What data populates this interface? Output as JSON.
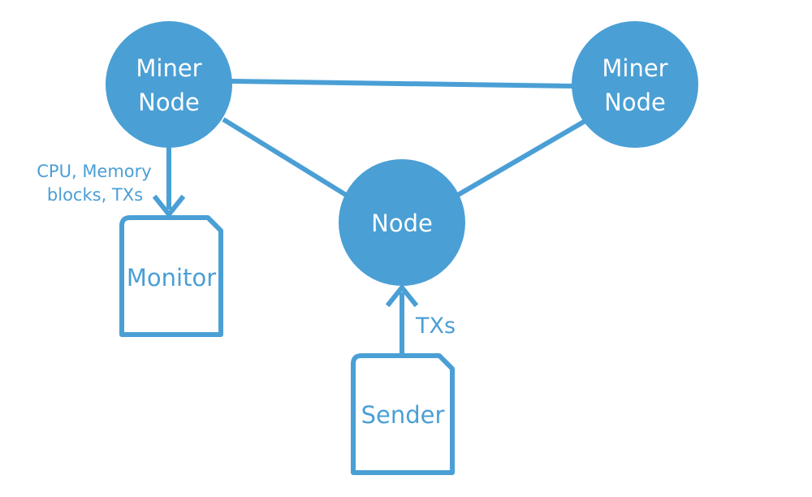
{
  "colors": {
    "primary": "#4a9fd5",
    "node_text": "#ffffff",
    "background": "#ffffff"
  },
  "nodes": {
    "miner_left": {
      "line1": "Miner",
      "line2": "Node"
    },
    "miner_right": {
      "line1": "Miner",
      "line2": "Node"
    },
    "center": {
      "label": "Node"
    }
  },
  "documents": {
    "monitor": {
      "label": "Monitor"
    },
    "sender": {
      "label": "Sender"
    }
  },
  "edge_labels": {
    "monitor_arrow": {
      "line1": "CPU, Memory",
      "line2": "blocks, TXs"
    },
    "sender_arrow": {
      "label": "TXs"
    }
  }
}
